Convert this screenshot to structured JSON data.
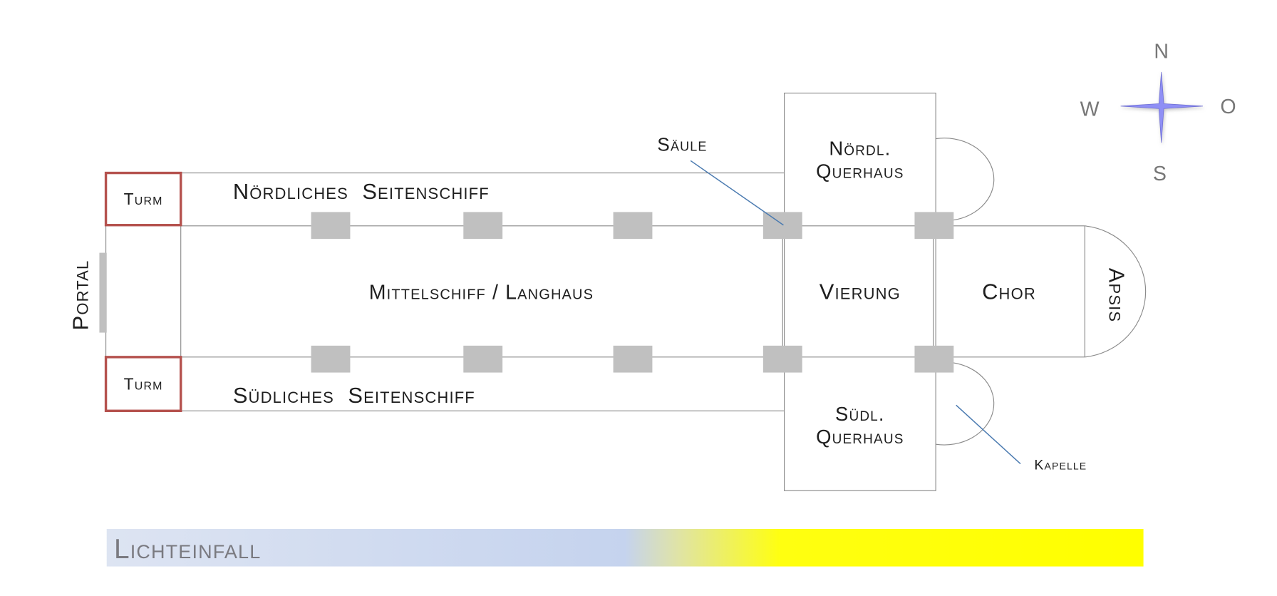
{
  "labels": {
    "tower_north": "Turm",
    "tower_south": "Turm",
    "portal": "Portal",
    "north_aisle": "Nördliches  Seitenschiff",
    "south_aisle": "Südliches  Seitenschiff",
    "nave": "Mittelschiff / Langhaus",
    "crossing": "Vierung",
    "choir": "Chor",
    "apse": "Apsis",
    "north_transept_1": "Nördl.",
    "north_transept_2": "Querhaus",
    "south_transept_1": "Südl.",
    "south_transept_2": "Querhaus",
    "column": "Säule",
    "chapel": "Kapelle"
  },
  "compass": {
    "north": "N",
    "south": "S",
    "west": "W",
    "east": "O",
    "color": "#8f8ff5"
  },
  "light_bar": {
    "label": "Lichteinfall",
    "colors": [
      "#dde4f2",
      "#c5d3ee",
      "#ffff00"
    ]
  },
  "colors": {
    "tower": "#b5524e",
    "pillar": "#c0c0c0",
    "leader": "#4a7ab0"
  }
}
